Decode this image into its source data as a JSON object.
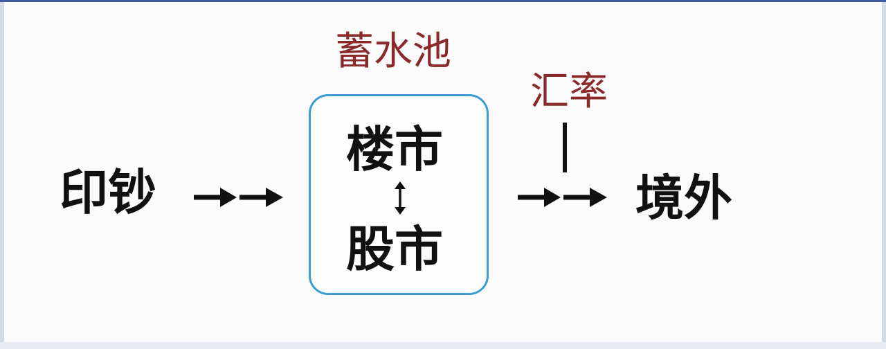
{
  "diagram": {
    "source": "印钞",
    "destination": "境外",
    "pool": {
      "title": "蓄水池",
      "top_item": "楼市",
      "bottom_item": "股市"
    },
    "exchange_rate_label": "汇率"
  },
  "colors": {
    "node_text": "#111111",
    "annotation": "#8a2a2a",
    "pool_border": "#3d9bd3",
    "arrow": "#111111",
    "top_border": "#3f5f9c"
  }
}
